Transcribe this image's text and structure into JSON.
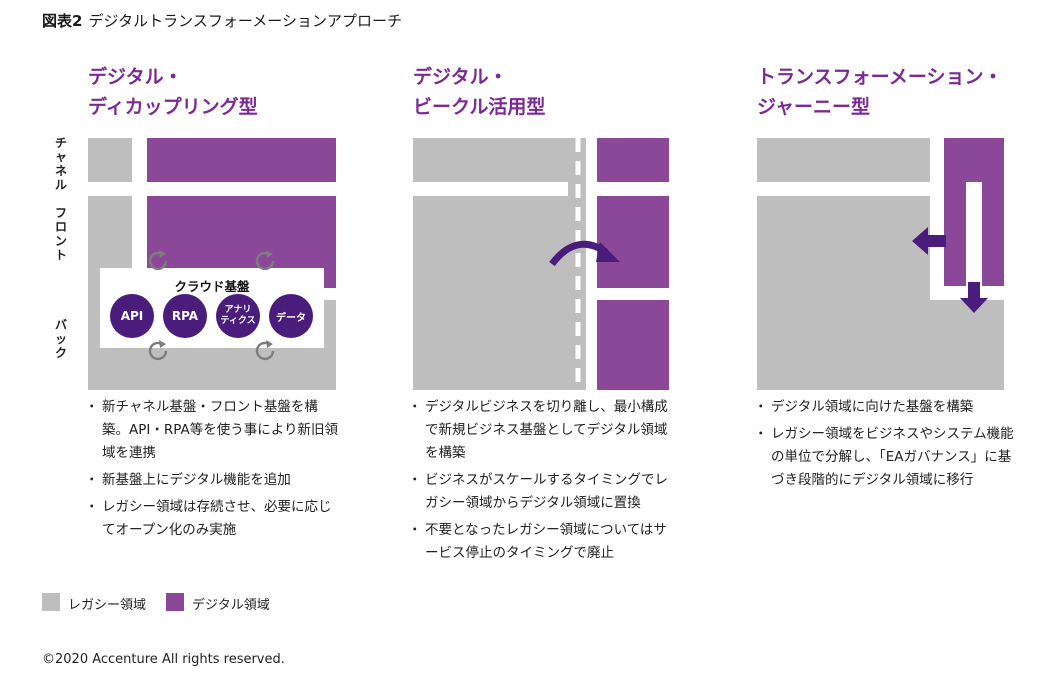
{
  "figure": {
    "number": "図表2",
    "title": "デジタルトランスフォーメーションアプローチ"
  },
  "layers": {
    "channel": "チャネル",
    "front": "フロント",
    "back": "バック"
  },
  "columns": [
    {
      "title_line1": "デジタル・",
      "title_line2": "ディカップリング型",
      "bullets": [
        "新チャネル基盤・フロント基盤を構築。API・RPA等を使う事により新旧領域を連携",
        "新基盤上にデジタル機能を追加",
        "レガシー領域は存続させ、必要に応じてオープン化のみ実施"
      ]
    },
    {
      "title_line1": "デジタル・",
      "title_line2": "ビークル活用型",
      "bullets": [
        "デジタルビジネスを切り離し、最小構成で新規ビジネス基盤としてデジタル領域を構築",
        "ビジネスがスケールするタイミングでレガシー領域からデジタル領域に置換",
        "不要となったレガシー領域についてはサービス停止のタイミングで廃止"
      ]
    },
    {
      "title_line1": "トランスフォーメーション・",
      "title_line2": "ジャーニー型",
      "bullets": [
        "デジタル領域に向けた基盤を構築",
        "レガシー領域をビジネスやシステム機能の単位で分解し、「EAガバナンス」に基づき段階的にデジタル領域に移行"
      ]
    }
  ],
  "cloud": {
    "title": "クラウド基盤",
    "items": [
      "API",
      "RPA",
      "アナリ\nティクス",
      "データ"
    ]
  },
  "legend": {
    "legacy": "レガシー領域",
    "digital": "デジタル領域"
  },
  "copyright": "©2020 Accenture All rights reserved.",
  "colors": {
    "legacy": "#bfbebf",
    "digital": "#8b4899",
    "title": "#7a2a92",
    "circle": "#4a1d7d",
    "arrow": "#4a1d7d",
    "refresh_icon": "#7d7d7d"
  }
}
